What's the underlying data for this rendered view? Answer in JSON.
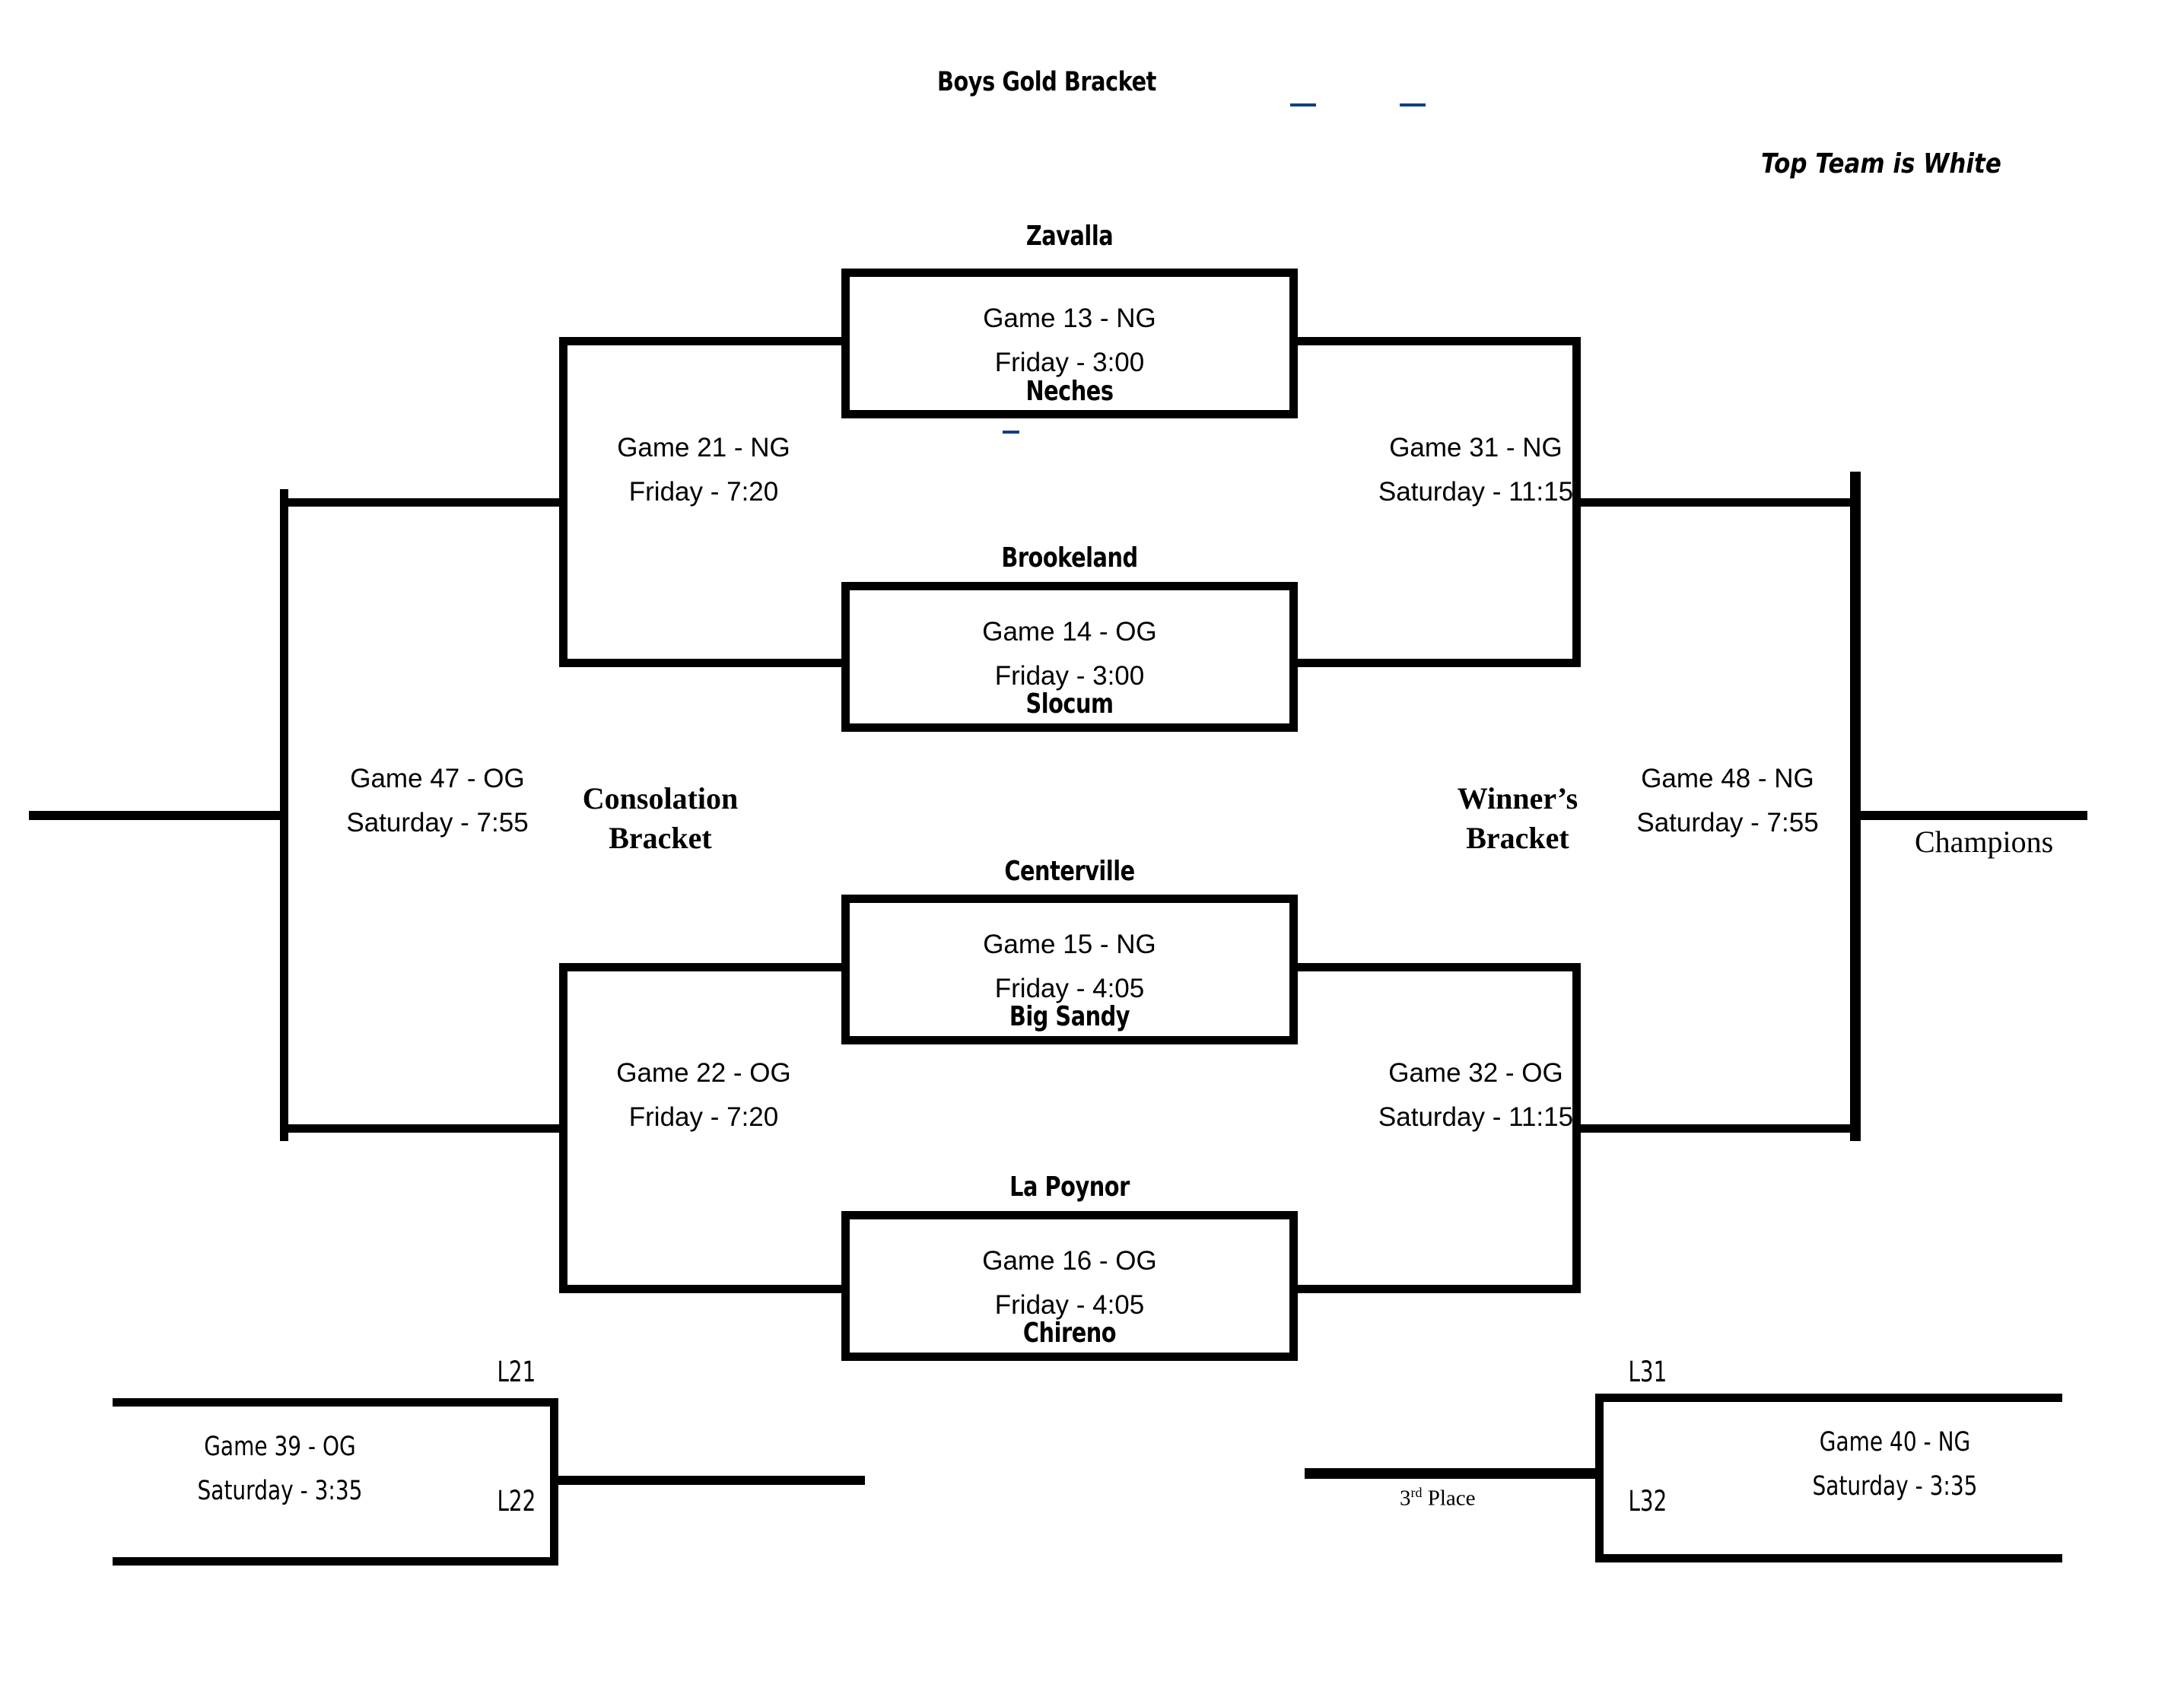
{
  "header": {
    "title": "Boys Gold Bracket",
    "note": "Top Team is White"
  },
  "labels": {
    "consolation_bracket_line1": "Consolation",
    "consolation_bracket_line2": "Bracket",
    "winners_bracket_line1": "Winner’s",
    "winners_bracket_line2": "Bracket",
    "champions": "Champions",
    "third_place_prefix": "3",
    "third_place_sup": "rd",
    "third_place_suffix": " Place"
  },
  "games": {
    "game13": {
      "top_team": "Zavalla",
      "bottom_team": "Neches",
      "line1": "Game 13 - NG",
      "line2": "Friday - 3:00"
    },
    "game14": {
      "top_team": "Brookeland",
      "bottom_team": "Slocum",
      "line1": "Game 14 - OG",
      "line2": "Friday - 3:00"
    },
    "game15": {
      "top_team": "Centerville",
      "bottom_team": "Big Sandy",
      "line1": "Game 15 - NG",
      "line2": "Friday - 4:05"
    },
    "game16": {
      "top_team": "La Poynor",
      "bottom_team": "Chireno",
      "line1": "Game 16 - OG",
      "line2": "Friday - 4:05"
    },
    "game21": {
      "line1": "Game 21 - NG",
      "line2": "Friday - 7:20"
    },
    "game22": {
      "line1": "Game 22 - OG",
      "line2": "Friday - 7:20"
    },
    "game31": {
      "line1": "Game 31 - NG",
      "line2": "Saturday - 11:15"
    },
    "game32": {
      "line1": "Game 32 - OG",
      "line2": "Saturday - 11:15"
    },
    "game47": {
      "line1": "Game 47 - OG",
      "line2": "Saturday - 7:55"
    },
    "game48": {
      "line1": "Game 48 - NG",
      "line2": "Saturday - 7:55"
    },
    "game39": {
      "line1": "Game 39 - OG",
      "line2": "Saturday - 3:35",
      "top_seed": "L21",
      "bottom_seed": "L22"
    },
    "game40": {
      "line1": "Game 40 - NG",
      "line2": "Saturday - 3:35",
      "top_seed": "L31",
      "bottom_seed": "L32"
    }
  },
  "colors": {
    "line": "#000000",
    "background": "#ffffff",
    "artifact": "#0b3f86"
  }
}
